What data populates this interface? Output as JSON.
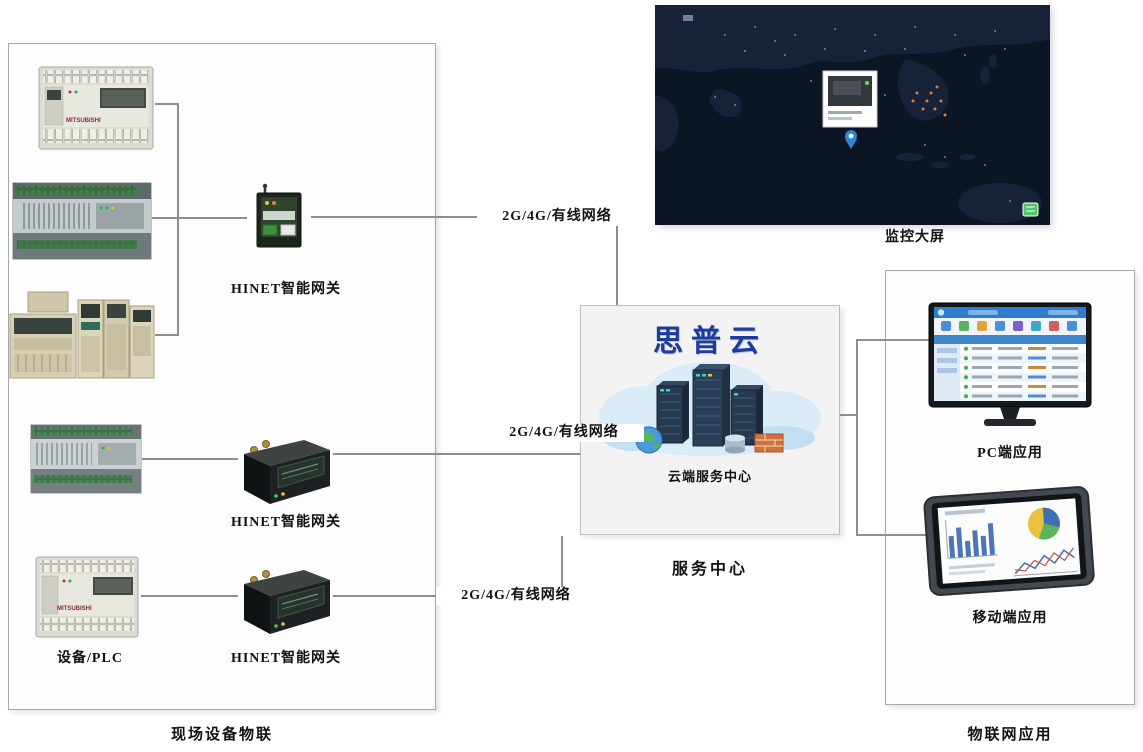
{
  "left_panel": {
    "title": "现场设备物联",
    "device_label": "设备/PLC",
    "gateway_label_1": "HINET智能网关",
    "gateway_label_2": "HINET智能网关",
    "gateway_label_3": "HINET智能网关",
    "brand_mitsubishi": "MITSUBISHI"
  },
  "links": {
    "top": "2G/4G/有线网络",
    "middle": "2G/4G/有线网络",
    "bottom": "2G/4G/有线网络"
  },
  "service_center": {
    "brand": "思普云",
    "cloud_label": "云端服务中心",
    "title": "服务中心"
  },
  "monitor_wall": {
    "label": "监控大屏"
  },
  "right_panel": {
    "title": "物联网应用",
    "pc_label": "PC端应用",
    "mobile_label": "移动端应用"
  },
  "colors": {
    "connector": "#8f8f8f",
    "brand_blue": "#1c3c9e",
    "map_bg": "#0b1523",
    "cloud_blue": "#d9ecf8",
    "status_green": "#3fae49"
  }
}
